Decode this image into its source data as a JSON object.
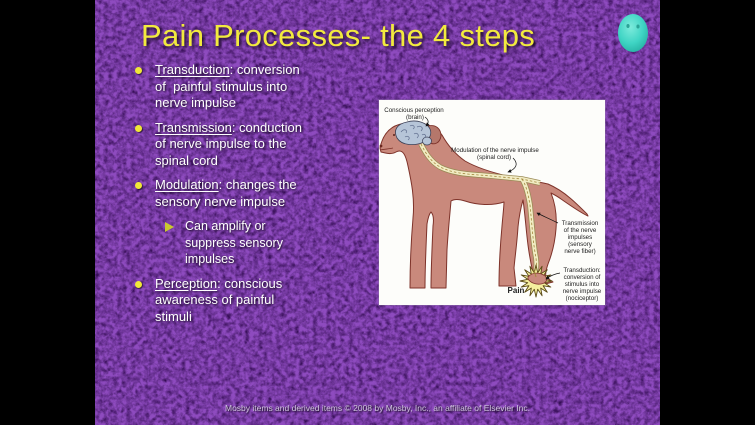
{
  "slide": {
    "title": "Pain Processes- the 4 steps",
    "footer": "Mosby items and derived items © 2008 by Mosby, Inc., an affiliate of Elsevier Inc.",
    "bullets": [
      {
        "term": "Transduction",
        "line1_rest": ": conversion",
        "line2": "of  painful stimulus into",
        "line3": "nerve impulse"
      },
      {
        "term": "Transmission",
        "line1_rest": ": conduction",
        "line2": "of nerve impulse to the",
        "line3": "spinal cord"
      },
      {
        "term": "Modulation",
        "line1_rest": ": changes the",
        "line2": "sensory nerve impulse"
      },
      {
        "term": "Perception",
        "line1_rest": ": conscious",
        "line2": "awareness of painful",
        "line3": "stimuli"
      }
    ],
    "sub_bullet": {
      "line1": "Can amplify or",
      "line2": "suppress sensory",
      "line3": "impulses"
    },
    "diagram": {
      "labels": {
        "conscious": {
          "line1": "Conscious perception",
          "line2": "(brain)"
        },
        "modulation": {
          "line1": "Modulation of the nerve impulse",
          "line2": "(spinal cord)"
        },
        "transmission": {
          "line1": "Transmission",
          "line2": "of the nerve",
          "line3": "impulses",
          "line4": "(sensory",
          "line5": "nerve fiber)"
        },
        "transduction": {
          "line1": "Transduction:",
          "line2": "conversion of",
          "line3": "stimulus into",
          "line4": "nerve impulse",
          "line5": "(nociceptor)"
        },
        "pain": "Pain"
      }
    },
    "icons": {
      "bullet": "filled-circle",
      "sub_bullet": "triangle-arrow",
      "ornament": "teal-oval"
    },
    "colors": {
      "slide_background": "#360a63",
      "letterbox": "#000000",
      "title_text": "#f2ea3e",
      "body_text": "#ffffff",
      "bullet_dot": "#f0e838",
      "sub_arrow": "#c9c92e",
      "ornament": "#3fd4c4",
      "figure_background": "#ffffff",
      "dog_body": "#c9897c",
      "dog_outline": "#7e332a",
      "nerve": "#f2ecc4",
      "brain": "#b6c5d8",
      "starburst": "#f5ef9e"
    }
  }
}
